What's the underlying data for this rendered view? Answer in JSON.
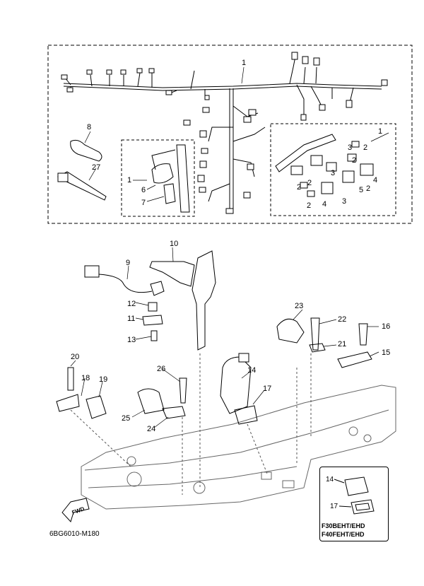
{
  "callouts": {
    "c1_top": "1",
    "c1_inset": "1",
    "c1_small": "1",
    "c2a": "2",
    "c2b": "2",
    "c2c": "2",
    "c2d": "2",
    "c2e": "2",
    "c3a": "3",
    "c3b": "3",
    "c4a": "4",
    "c4b": "4",
    "c5": "5",
    "c6": "6",
    "c7": "7",
    "c8": "8",
    "c9": "9",
    "c10": "10",
    "c11": "11",
    "c12": "12",
    "c13": "13",
    "c14": "14",
    "c14b": "14",
    "c15": "15",
    "c16": "16",
    "c17": "17",
    "c17b": "17",
    "c18": "18",
    "c19": "19",
    "c20": "20",
    "c21": "21",
    "c22": "22",
    "c23": "23",
    "c24": "24",
    "c25": "25",
    "c26": "26",
    "c27": "27"
  },
  "fwd_label": "FWD",
  "diagram_code": "6BG6010-M180",
  "models": [
    "F30BEHT/EHD",
    "F40FEHT/EHD"
  ]
}
